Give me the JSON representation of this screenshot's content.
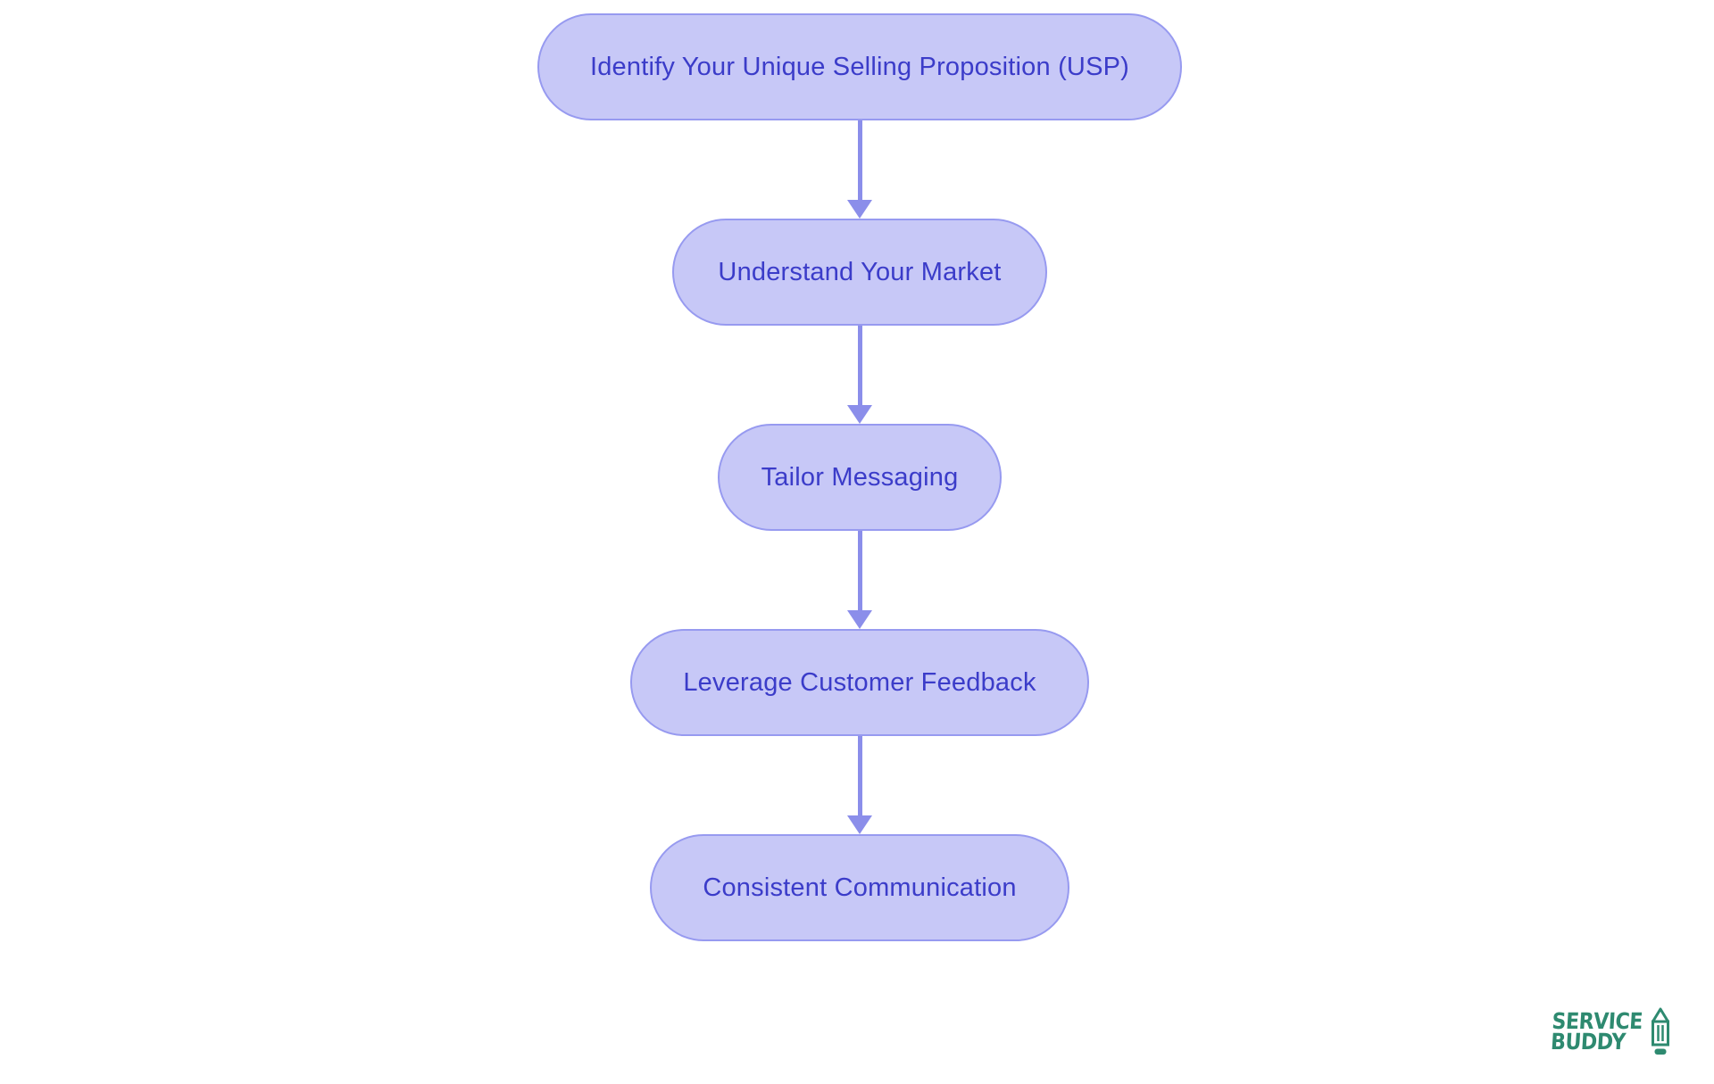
{
  "diagram": {
    "type": "flowchart",
    "direction": "top-down",
    "nodes": [
      {
        "id": "usp",
        "label": "Identify Your Unique Selling Proposition (USP)"
      },
      {
        "id": "market",
        "label": "Understand Your Market"
      },
      {
        "id": "messaging",
        "label": "Tailor Messaging"
      },
      {
        "id": "feedback",
        "label": "Leverage Customer Feedback"
      },
      {
        "id": "communication",
        "label": "Consistent Communication"
      }
    ],
    "edges": [
      {
        "from": "usp",
        "to": "market"
      },
      {
        "from": "market",
        "to": "messaging"
      },
      {
        "from": "messaging",
        "to": "feedback"
      },
      {
        "from": "feedback",
        "to": "communication"
      }
    ]
  },
  "colors": {
    "bg": "#ffffff",
    "node-fill": "#c7c8f7",
    "node-border": "#979af0",
    "node-text": "#3b3cc9",
    "arrow": "#8b8eea",
    "brand": "#2e8a70"
  },
  "branding": {
    "line1": "SERVICE",
    "line2": "BUDDY",
    "icon": "pencil-icon"
  }
}
